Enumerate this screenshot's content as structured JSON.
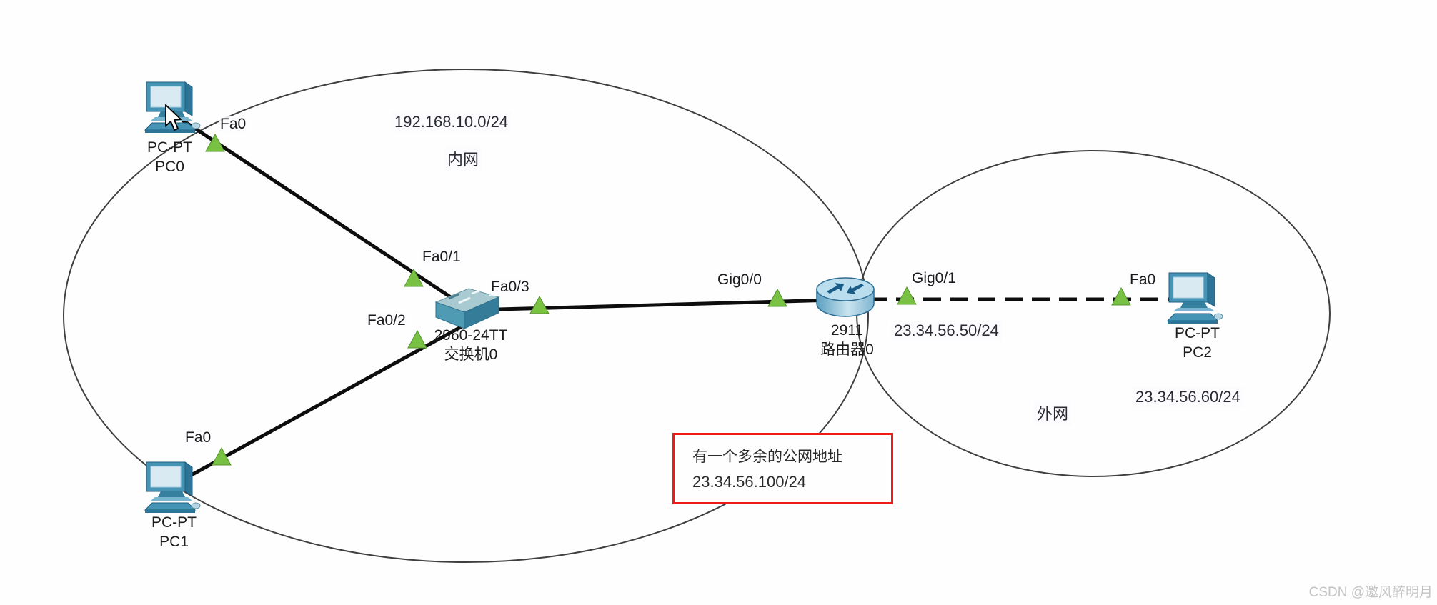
{
  "zones": {
    "intranet": {
      "subnet": "192.168.10.0/24",
      "name": "内网"
    },
    "internet": {
      "name": "外网"
    }
  },
  "devices": {
    "pc0": {
      "model": "PC-PT",
      "name": "PC0"
    },
    "pc1": {
      "model": "PC-PT",
      "name": "PC1"
    },
    "pc2": {
      "model": "PC-PT",
      "name": "PC2"
    },
    "switch0": {
      "model": "2960-24TT",
      "name": "交换机0"
    },
    "router0": {
      "model": "2911",
      "name": "路由器0"
    }
  },
  "ports": {
    "pc0_fa0": "Fa0",
    "pc1_fa0": "Fa0",
    "pc2_fa0": "Fa0",
    "sw_fa0_1": "Fa0/1",
    "sw_fa0_2": "Fa0/2",
    "sw_fa0_3": "Fa0/3",
    "r_gig0_0": "Gig0/0",
    "r_gig0_1": "Gig0/1"
  },
  "addresses": {
    "router_gig0_1_ip": "23.34.56.50/24",
    "pc2_ip": "23.34.56.60/24"
  },
  "note": {
    "line1": "有一个多余的公网地址",
    "line2": "23.34.56.100/24"
  },
  "watermark": "CSDN @邀风醉明月",
  "icons": {
    "pc-icon": "teal desktop computer with monitor, keyboard and mouse",
    "switch-icon": "teal isometric 2960 switch box",
    "router-icon": "blue cylinder 2911 router with crossed arrows",
    "link-up-triangle-icon": "green upward triangle (link up status)",
    "mouse-cursor-icon": "white arrow pointer"
  },
  "colors": {
    "link": "#0d0d0d",
    "link_status_up": "#79c143",
    "note_border": "#ee1b1b",
    "ellipse_stroke": "#3f3f3f",
    "watermark": "#c4c4c4",
    "device_teal": "#4594b6"
  }
}
